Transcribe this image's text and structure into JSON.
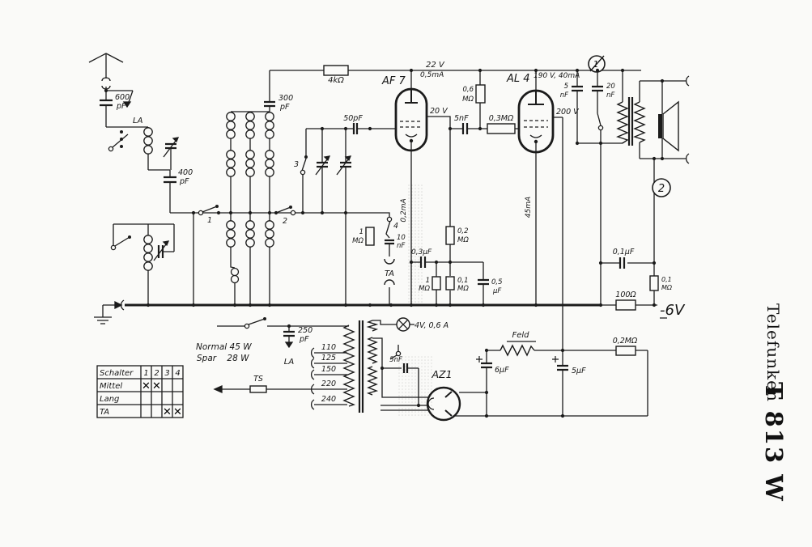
{
  "meta": {
    "brand": "Telefunken",
    "model": "T 813 W"
  },
  "tubes": {
    "af7": "AF 7",
    "al4": "AL 4",
    "az1": "AZ1"
  },
  "markers": {
    "point1": "1",
    "point2": "2"
  },
  "antenna": {
    "cap_value": "600",
    "cap_unit": "pF",
    "la": "LA"
  },
  "tuner": {
    "cap400_value": "400",
    "cap400_unit": "pF",
    "cap300_value": "300",
    "cap300_unit": "pF",
    "cap50": "50pF",
    "sw1": "1",
    "sw2": "2",
    "sw3": "3",
    "sw4": "4"
  },
  "af_stage": {
    "r4k": "4kΩ",
    "v22": "22 V",
    "i05": "0,5mA",
    "v20": "20 V",
    "r06_value": "0,6",
    "r06_unit": "MΩ",
    "c5nf": "5nF",
    "r03m": "0,3MΩ",
    "i02ma": "0,2mA",
    "r1m_value": "1",
    "r1m_unit": "MΩ",
    "c10_value": "10",
    "c10_unit": "nF",
    "ta": "TA",
    "c03uf": "0,3μF",
    "r1mb_value": "1",
    "r1mb_unit": "MΩ",
    "r02m_value": "0,2",
    "r02m_unit": "MΩ",
    "r01m_value": "0,1",
    "r01m_unit": "MΩ",
    "c05_value": "0,5",
    "c05_unit": "μF"
  },
  "output_stage": {
    "v190": "190 V, 40mA",
    "v200": "200 V",
    "i45": "45mA",
    "c5_value": "5",
    "c5_unit": "nF",
    "c20_value": "20",
    "c20_unit": "nF",
    "c01uf": "0,1μF",
    "r01mb_value": "0,1",
    "r01mb_unit": "MΩ",
    "r100": "100Ω",
    "v6": "-6V"
  },
  "power": {
    "normal": "Normal 45 W",
    "spar": "Spar    28 W",
    "c250_value": "250",
    "c250_unit": "pF",
    "la": "LA",
    "taps": [
      "110",
      "125",
      "150",
      "220",
      "240"
    ],
    "fuse": "TS",
    "lamp": "4V, 0,6 A",
    "c5nf": "5nF",
    "c6uf": "6μF",
    "c5uf": "5μF",
    "feld": "Feld",
    "r02mb": "0,2MΩ"
  },
  "switch_table": {
    "header": [
      "Schalter",
      "1",
      "2",
      "3",
      "4"
    ],
    "rows": [
      {
        "label": "Mittel",
        "marks": [
          "✕",
          "✕",
          "",
          ""
        ]
      },
      {
        "label": "Lang",
        "marks": [
          "",
          "",
          "",
          ""
        ]
      },
      {
        "label": "TA",
        "marks": [
          "",
          "",
          "✕",
          "✕"
        ]
      }
    ]
  }
}
